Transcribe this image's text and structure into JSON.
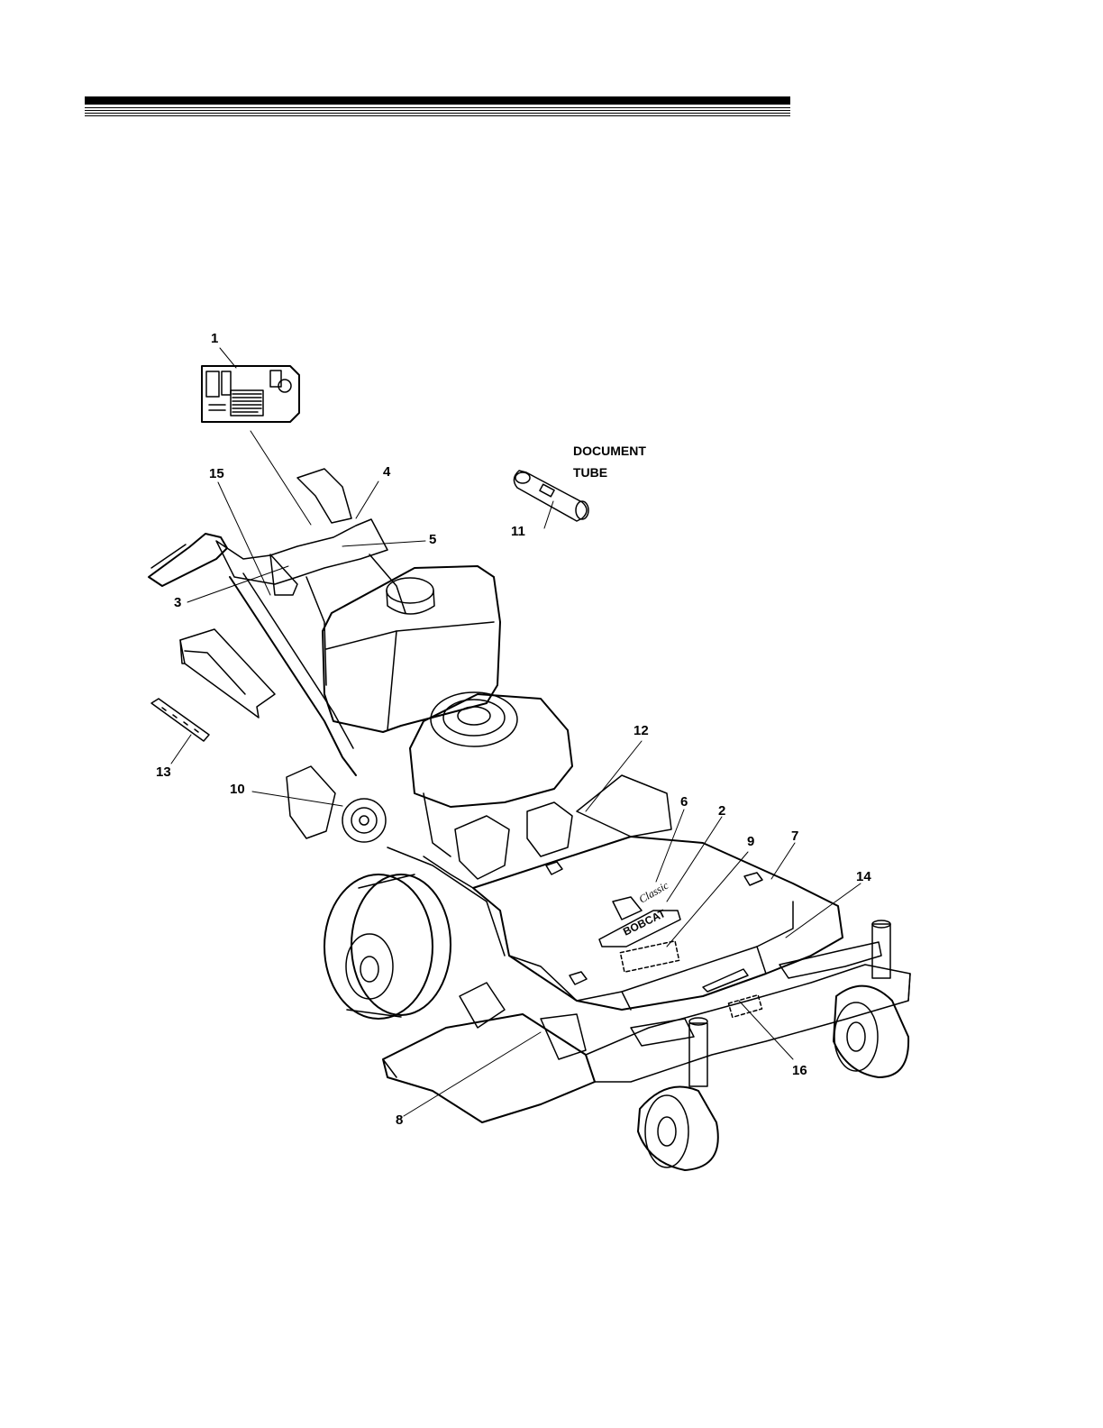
{
  "callouts": {
    "c1": "1",
    "c2": "2",
    "c3": "3",
    "c4": "4",
    "c5": "5",
    "c6": "6",
    "c7": "7",
    "c8": "8",
    "c9": "9",
    "c10": "10",
    "c11": "11",
    "c12": "12",
    "c13": "13",
    "c14": "14",
    "c15": "15",
    "c16": "16"
  },
  "document_tube": {
    "line1": "DOCUMENT",
    "line2": "TUBE"
  },
  "brand_logo": {
    "brand": "BOBCAT",
    "script": "Classic"
  },
  "colors": {
    "ink": "#000000",
    "paper": "#ffffff"
  }
}
